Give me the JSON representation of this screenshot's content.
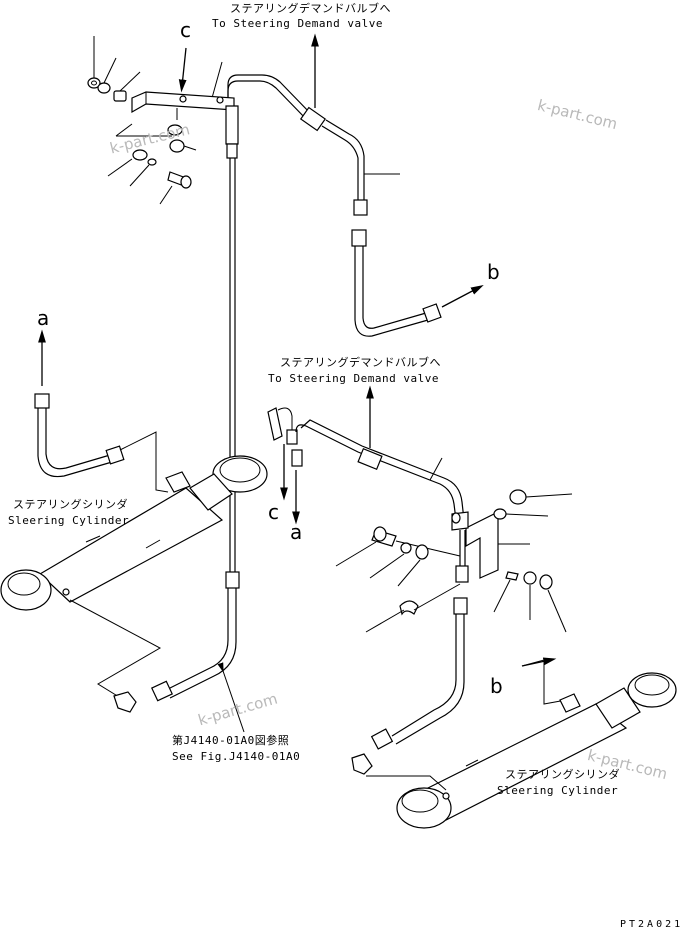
{
  "labels": {
    "jp_top": "ステアリングデマンドバルブへ",
    "en_top": "To Steering Demand valve",
    "jp_mid": "ステアリングデマンドバルブへ",
    "en_mid": "To Steering Demand valve",
    "jp_cyl_left": "ステアリングシリンダ",
    "en_cyl_left": "Sleering Cylinder",
    "jp_cyl_right": "ステアリングシリンダ",
    "en_cyl_right": "Sleering Cylinder",
    "jp_see": "第J4140-01A0図参照",
    "en_see": "See Fig.J4140-01A0",
    "code": "PT2A021"
  },
  "callouts": {
    "c_top": "c",
    "b_top": "b",
    "a_left": "a",
    "c_mid": "c",
    "a_mid": "a",
    "b_bottom": "b"
  },
  "watermarks": [
    "k-part.com",
    "k-part.com",
    "k-part.com",
    "k-part.com"
  ]
}
